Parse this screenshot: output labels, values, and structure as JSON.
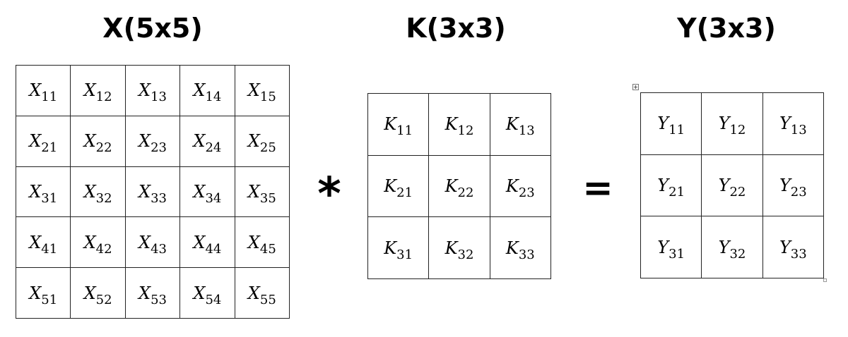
{
  "titles": {
    "x": "X(5x5)",
    "k": "K(3x3)",
    "y": "Y(3x3)"
  },
  "operators": {
    "convolve": "*",
    "equals": "="
  },
  "matrices": {
    "x": {
      "symbol": "X",
      "rows": [
        [
          "11",
          "12",
          "13",
          "14",
          "15"
        ],
        [
          "21",
          "22",
          "23",
          "24",
          "25"
        ],
        [
          "31",
          "32",
          "33",
          "34",
          "35"
        ],
        [
          "41",
          "42",
          "43",
          "44",
          "45"
        ],
        [
          "51",
          "52",
          "53",
          "54",
          "55"
        ]
      ]
    },
    "k": {
      "symbol": "K",
      "rows": [
        [
          "11",
          "12",
          "13"
        ],
        [
          "21",
          "22",
          "23"
        ],
        [
          "31",
          "32",
          "33"
        ]
      ]
    },
    "y": {
      "symbol": "Y",
      "rows": [
        [
          "11",
          "12",
          "13"
        ],
        [
          "21",
          "22",
          "23"
        ],
        [
          "31",
          "32",
          "33"
        ]
      ]
    }
  }
}
